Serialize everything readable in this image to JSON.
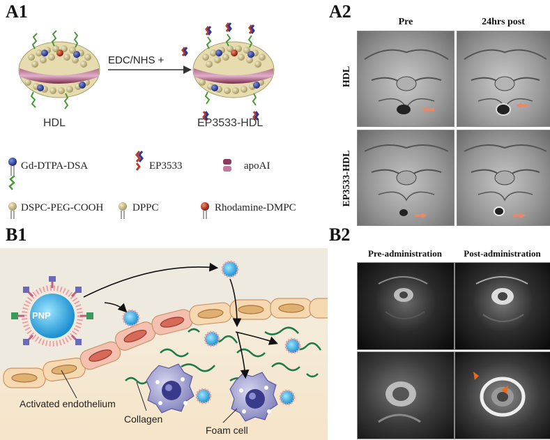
{
  "panels": {
    "a1": "A1",
    "a2": "A2",
    "b1": "B1",
    "b2": "B2"
  },
  "a1": {
    "reaction": "EDC/NHS +",
    "left_particle": "HDL",
    "right_particle": "EP3533-HDL",
    "legend": {
      "gd": "Gd-DTPA-DSA",
      "ep": "EP3533",
      "apo": "apoAI",
      "dspc": "DSPC-PEG-COOH",
      "dppc": "DPPC",
      "rho": "Rhodamine-DMPC"
    },
    "colors": {
      "gd": "#2b3a9a",
      "ep": "#c0392b",
      "apo": "#8e3a5c",
      "dspc": "#4a9a3a",
      "dppc": "#c8b98a",
      "rho": "#b22a1a"
    }
  },
  "a2": {
    "col_pre": "Pre",
    "col_post": "24hrs post",
    "row_hdl": "HDL",
    "row_ep": "EP3533-HDL",
    "arrow_color": "#e58a6a"
  },
  "b1": {
    "particle": "PNP",
    "endothelium": "Activated endothelium",
    "collagen": "Collagen",
    "foam": "Foam cell"
  },
  "b2": {
    "col_pre": "Pre-administration",
    "col_post": "Post-administration",
    "arrow_color": "#e86a1a"
  }
}
